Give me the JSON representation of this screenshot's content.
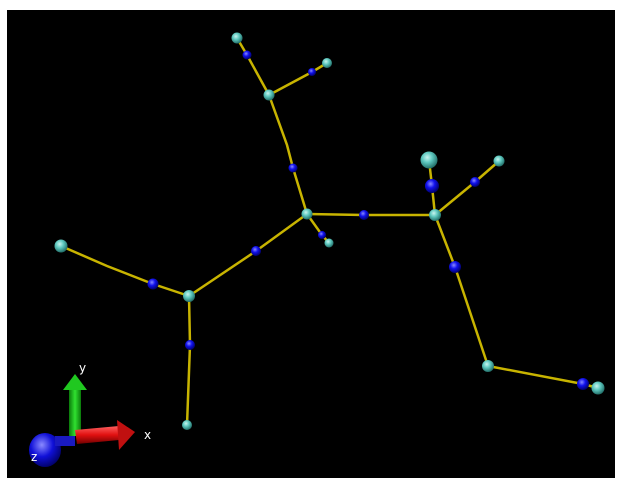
{
  "viewer": {
    "background": "#000000",
    "colors": {
      "bond": "#c8b400",
      "atom_teal": "#5fc9c0",
      "atom_blue": "#1111ee",
      "x_axis": "#e01010",
      "y_axis": "#10c010",
      "z_axis": "#1010d8"
    }
  },
  "axes": {
    "x_label": "x",
    "y_label": "y",
    "z_label": "z"
  }
}
